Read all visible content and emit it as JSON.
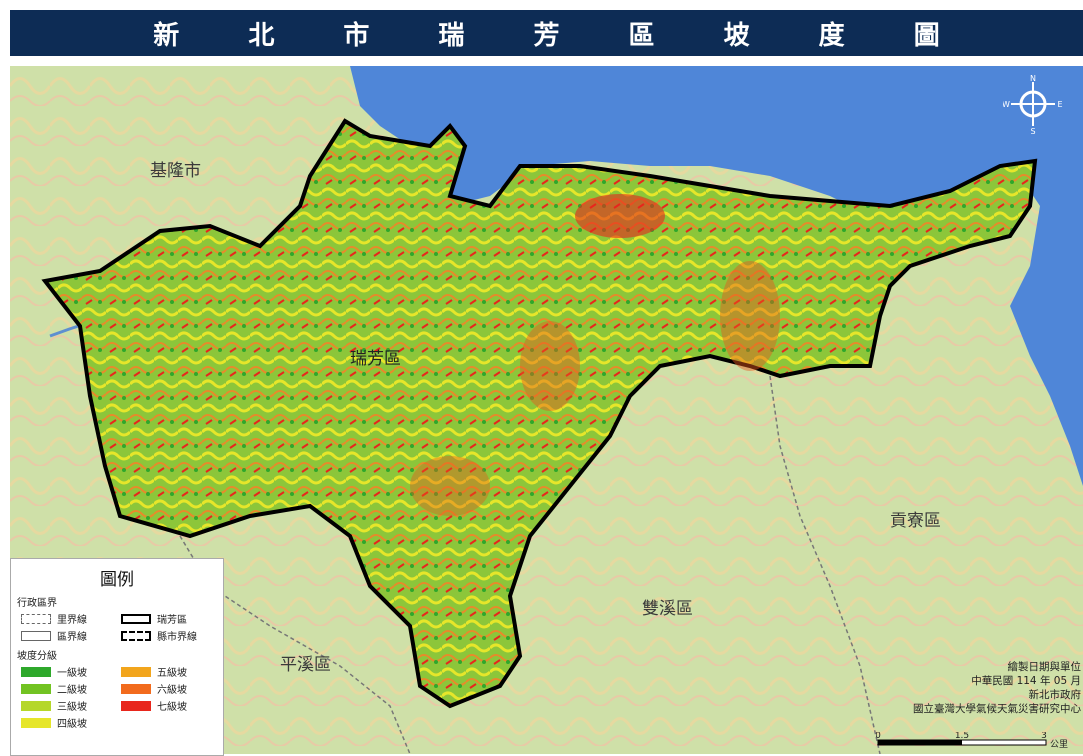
{
  "title": "新 北 市 瑞 芳 區 坡 度 圖",
  "places": {
    "keelung": "基隆市",
    "ruifang": "瑞芳區",
    "gongliao": "貢寮區",
    "shuangxi": "雙溪區",
    "pingxi": "平溪區"
  },
  "compass": {
    "n": "N",
    "s": "S",
    "e": "E",
    "w": "W"
  },
  "legend": {
    "title": "圖例",
    "admin_title": "行政區界",
    "admin_items": [
      "里界線",
      "瑞芳區",
      "區界線",
      "縣市界線"
    ],
    "slope_title": "坡度分級",
    "slope_items": [
      {
        "label": "一級坡",
        "color": "#2ea82b"
      },
      {
        "label": "五級坡",
        "color": "#f2a51c"
      },
      {
        "label": "二級坡",
        "color": "#72c322"
      },
      {
        "label": "六級坡",
        "color": "#f26b1d"
      },
      {
        "label": "三級坡",
        "color": "#b5d72a"
      },
      {
        "label": "七級坡",
        "color": "#e8261c"
      },
      {
        "label": "四級坡",
        "color": "#e6e62a"
      }
    ]
  },
  "credit": {
    "line1": "繪製日期與單位",
    "line2": "中華民國 114 年 05 月",
    "line3": "新北市政府",
    "line4": "國立臺灣大學氣候天氣災害研究中心"
  },
  "scale": {
    "labels": [
      "0",
      "1.5",
      "3"
    ],
    "unit": "公里"
  },
  "colors": {
    "title_bg": "#0d2c55",
    "sea": "#4f86d8",
    "boundary": "#000000"
  }
}
